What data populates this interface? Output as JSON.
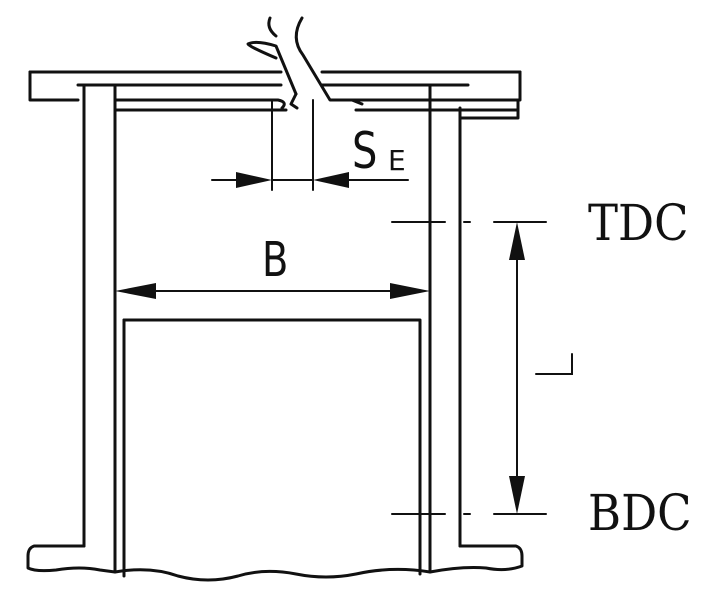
{
  "labels": {
    "bore": "B",
    "clearance_symbol": "S",
    "clearance_subscript": "E",
    "top_dead_center": "TDC",
    "bottom_dead_center": "BDC",
    "stroke": "L"
  },
  "colors": {
    "line": "#111111",
    "background": "#ffffff"
  }
}
